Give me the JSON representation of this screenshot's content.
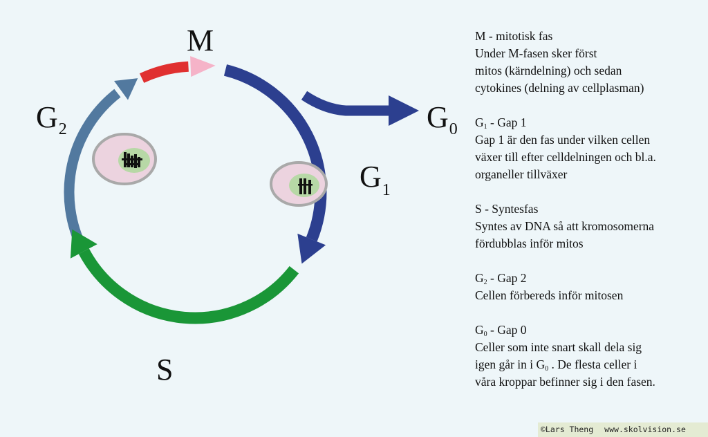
{
  "diagram": {
    "labels": {
      "m": "M",
      "g0": {
        "base": "G",
        "sub": "0"
      },
      "g1": {
        "base": "G",
        "sub": "1"
      },
      "g2": {
        "base": "G",
        "sub": "2"
      },
      "s": "S"
    },
    "colors": {
      "m": "#e03030",
      "m_arrowhead": "#f5b3c8",
      "g1": "#2c3f8f",
      "s": "#1a9637",
      "g2": "#52799f",
      "cell_fill": "#ecd3df",
      "cell_border": "#a9a9a9",
      "nucleus": "#b7d8a6"
    }
  },
  "legend": {
    "m": {
      "title": "M - mitotisk fas",
      "lines": [
        "Under M-fasen sker först",
        "mitos (kärndelning) och sedan",
        "cytokines (delning av cellplasman)"
      ]
    },
    "g1": {
      "title_base": "G",
      "title_sub": "1",
      "title_rest": " - Gap 1",
      "lines": [
        "Gap 1 är den fas under vilken cellen",
        "växer till efter celldelningen och bl.a.",
        "organeller tillväxer"
      ]
    },
    "s": {
      "title": "S - Syntesfas",
      "lines": [
        "Syntes av DNA så att kromosomerna",
        "fördubblas inför mitos"
      ]
    },
    "g2": {
      "title_base": "G",
      "title_sub": "2",
      "title_rest": " - Gap 2",
      "lines": [
        "Cellen förbereds inför mitosen"
      ]
    },
    "g0": {
      "title_base": "G",
      "title_sub": "0",
      "title_rest": " - Gap 0",
      "line1": "Celler som inte snart skall dela sig",
      "line2_before": "igen går in i G",
      "line2_sub": "0",
      "line2_after": " . De flesta celler i",
      "line3": "våra kroppar befinner sig i den fasen."
    }
  },
  "credit": {
    "author": "©Lars Theng",
    "site": "www.skolvision.se"
  }
}
